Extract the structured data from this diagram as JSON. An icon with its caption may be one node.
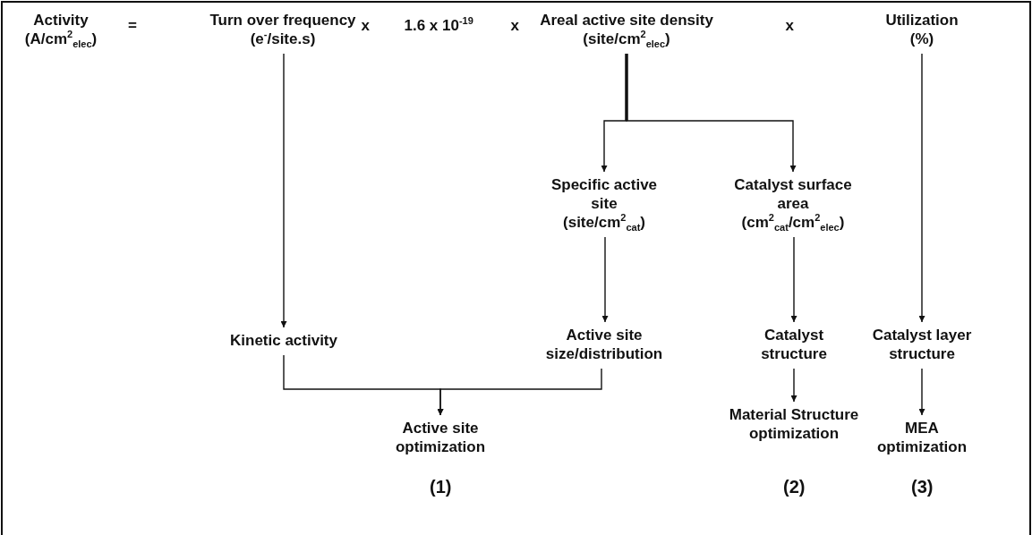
{
  "diagram": {
    "nodes": [
      {
        "text": [
          "Activity",
          "(A/cm$^{2}$$_{elec}$)"
        ]
      },
      {
        "text": [
          "Turn over frequency",
          "(e$^{-}$/site.s)"
        ]
      },
      {
        "text": [
          "Areal active site density",
          "(site/cm$^{2}$$_{elec}$)"
        ]
      },
      {
        "text": [
          "Utilization",
          "(%)"
        ]
      },
      {
        "text": [
          "Specific active site",
          "(site/cm$^{2}$$_{cat}$)"
        ]
      },
      {
        "text": [
          "Catalyst surface area",
          "(cm$^{2}$$_{cat}$/cm$^{2}$$_{elec}$)"
        ]
      },
      {
        "text": [
          "Kinetic activity"
        ]
      },
      {
        "text": [
          "Active site size/distribution"
        ]
      },
      {
        "text": [
          "Catalyst structure"
        ]
      },
      {
        "text": [
          "Catalyst layer structure"
        ]
      },
      {
        "text": [
          "Active site optimization"
        ]
      },
      {
        "text": [
          "Material Structure optimization"
        ]
      },
      {
        "text": [
          "MEA optimization"
        ]
      }
    ],
    "edges": [
      {
        "from": 1,
        "to": 6,
        "arrow": "to"
      },
      {
        "from": 2,
        "to": 4,
        "arrow": "to"
      },
      {
        "from": 2,
        "to": 5,
        "arrow": "to"
      },
      {
        "from": 3,
        "to": 9,
        "arrow": "to"
      },
      {
        "from": 4,
        "to": 7,
        "arrow": "to"
      },
      {
        "from": 5,
        "to": 8,
        "arrow": "to"
      },
      {
        "from": 6,
        "to": 10,
        "arrow": "to"
      },
      {
        "from": 7,
        "to": 10,
        "arrow": "to"
      },
      {
        "from": 8,
        "to": 11,
        "arrow": "to"
      },
      {
        "from": 9,
        "to": 12,
        "arrow": "to"
      }
    ],
    "labels": [
      "=",
      "x",
      "1.6 x 10$^{-19}$",
      "x",
      "x",
      "(1)",
      "(2)",
      "(3)"
    ]
  }
}
